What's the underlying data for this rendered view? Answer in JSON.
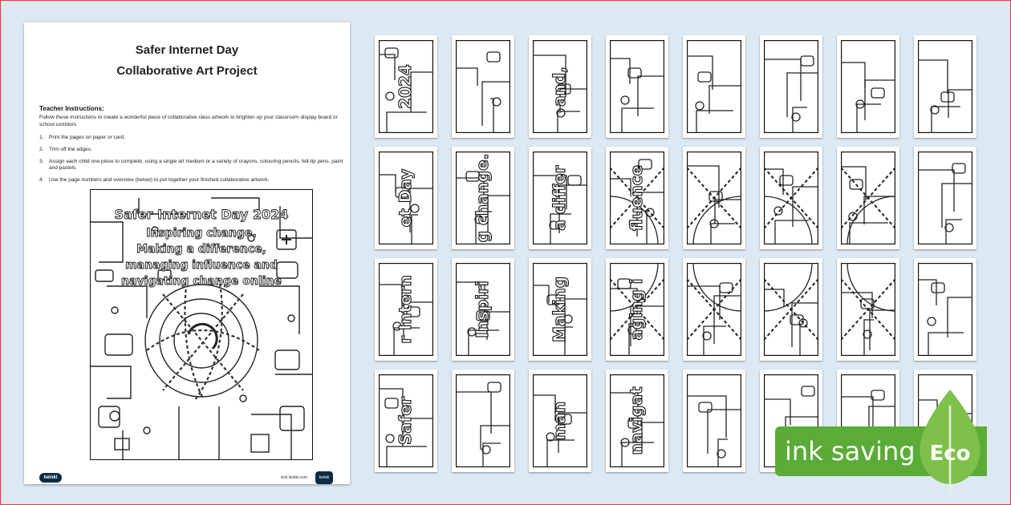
{
  "document": {
    "title_line1": "Safer Internet Day",
    "title_line2": "Collaborative Art Project",
    "instructions_heading": "Teacher Instructions:",
    "instructions_intro": "Follow these instructions to create a wonderful piece of collaborative class artwork to brighten up your classroom display board or school corridors.",
    "steps": [
      {
        "num": "1.",
        "text": "Print the pages on paper or card."
      },
      {
        "num": "2.",
        "text": "Trim off the edges."
      },
      {
        "num": "3.",
        "text": "Assign each child one piece to complete, using a single art medium or a variety of crayons, colouring pencils, felt-tip pens, paint and pastels."
      },
      {
        "num": "4.",
        "text": "Use the page numbers and overview (below) to put together your finished collaborative artwork."
      }
    ],
    "artwork": {
      "line1": "Safer Internet Day 2024",
      "line2": "Inspiring change.",
      "line3": "Making a difference,",
      "line4": "managing influence and",
      "line5": "navigating change online"
    },
    "footer": {
      "logo_text": "twinkl",
      "url_text": "visit twinkl.com",
      "badge_text": "twinkl"
    }
  },
  "pieces": {
    "columns": 8,
    "rows": 4,
    "texts": [
      "2024",
      "",
      "and,",
      "",
      "",
      "",
      "",
      "",
      "et Day",
      "g change.",
      "a differ",
      "fluence",
      "",
      "",
      "",
      "",
      "r Intern",
      "Inspiri",
      "Making",
      "aging i",
      "",
      "",
      "",
      "",
      "Safer",
      "",
      "man",
      "navigat",
      "",
      "",
      "",
      ""
    ]
  },
  "badge": {
    "label": "ink saving",
    "eco": "Eco"
  },
  "colors": {
    "background": "#dce9f2",
    "eco_green": "#5aab37",
    "leaf_green": "#7fc04a",
    "frame_red": "#e23b3b"
  }
}
